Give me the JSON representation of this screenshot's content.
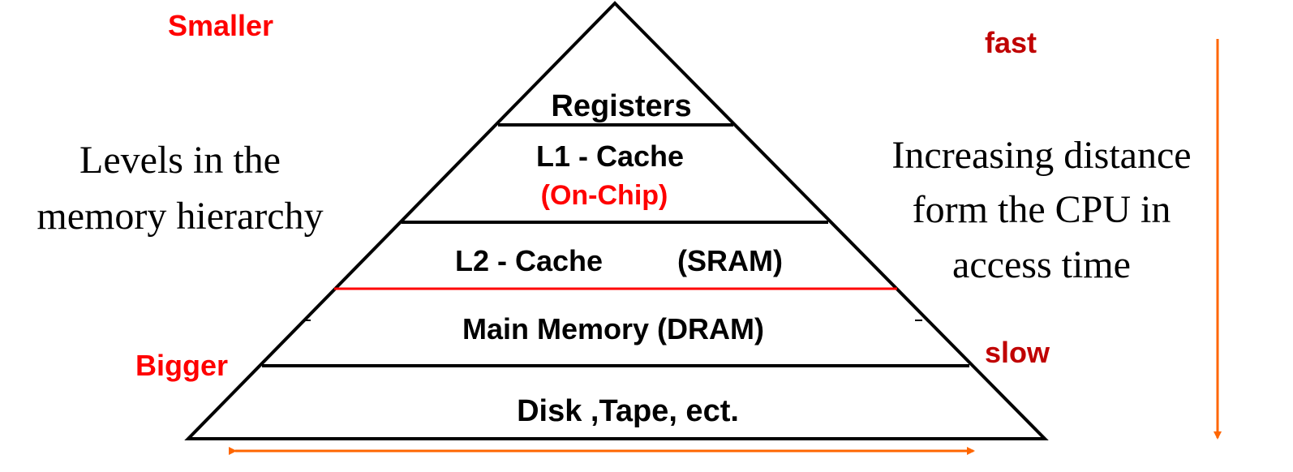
{
  "colors": {
    "outline": "#000000",
    "emphasis": "#ff0000",
    "accent_dark_red": "#c00000",
    "arrow": "#ff6600",
    "text": "#000000"
  },
  "annotations": {
    "smaller": "Smaller",
    "bigger": "Bigger",
    "fast": "fast",
    "slow": "slow"
  },
  "levels_label": {
    "line1": "Levels in the",
    "line2": "memory hierarchy"
  },
  "distance_label": {
    "line1": "Increasing distance",
    "line2": "form the CPU in",
    "line3": "access time"
  },
  "pyramid": {
    "registers": "Registers",
    "l1_cache": "L1 - Cache",
    "l1_note": "(On-Chip)",
    "l2_cache": "L2 - Cache",
    "l2_note": "(SRAM)",
    "main_memory": "Main Memory (DRAM)",
    "disk": "Disk ,Tape, ect."
  }
}
